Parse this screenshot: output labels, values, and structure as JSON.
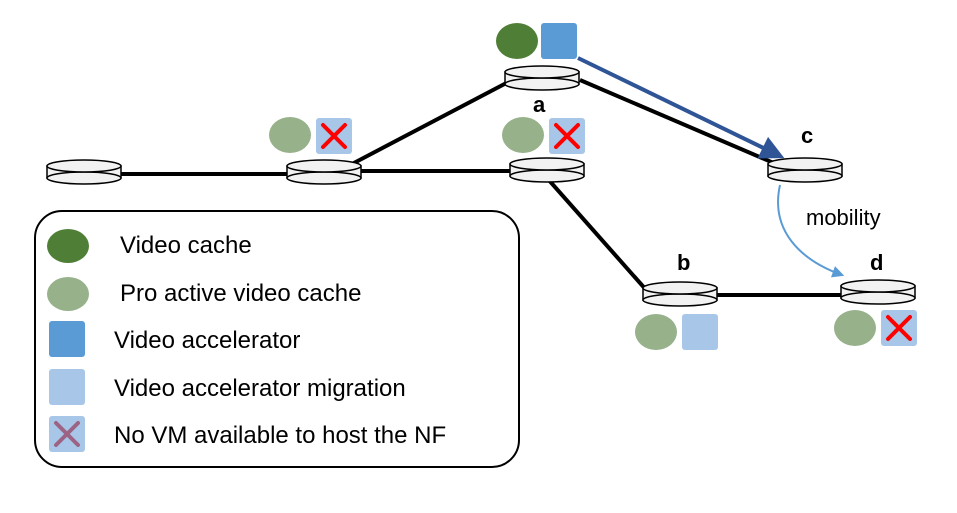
{
  "nodes": {
    "a": {
      "label": "a"
    },
    "b": {
      "label": "b"
    },
    "c": {
      "label": "c"
    },
    "d": {
      "label": "d"
    }
  },
  "annotations": {
    "mobility": "mobility"
  },
  "legend": {
    "items": [
      {
        "id": "video-cache",
        "label": "Video cache",
        "color": "#4f7f36"
      },
      {
        "id": "proactive-cache",
        "label": "Pro active video cache",
        "color": "#97b18a"
      },
      {
        "id": "accelerator",
        "label": "Video accelerator",
        "color": "#5b9bd5"
      },
      {
        "id": "accelerator-migration",
        "label": "Video accelerator migration",
        "color": "#a8c7e8"
      },
      {
        "id": "no-vm",
        "label": "No VM available to host the NF",
        "color": "#9d6384"
      }
    ]
  },
  "colors": {
    "cross_red": "#ff0000",
    "flow_arrow": "#2f5597",
    "mobility_arrow": "#5b9bd5",
    "router_fill": "#f2f2f2"
  }
}
